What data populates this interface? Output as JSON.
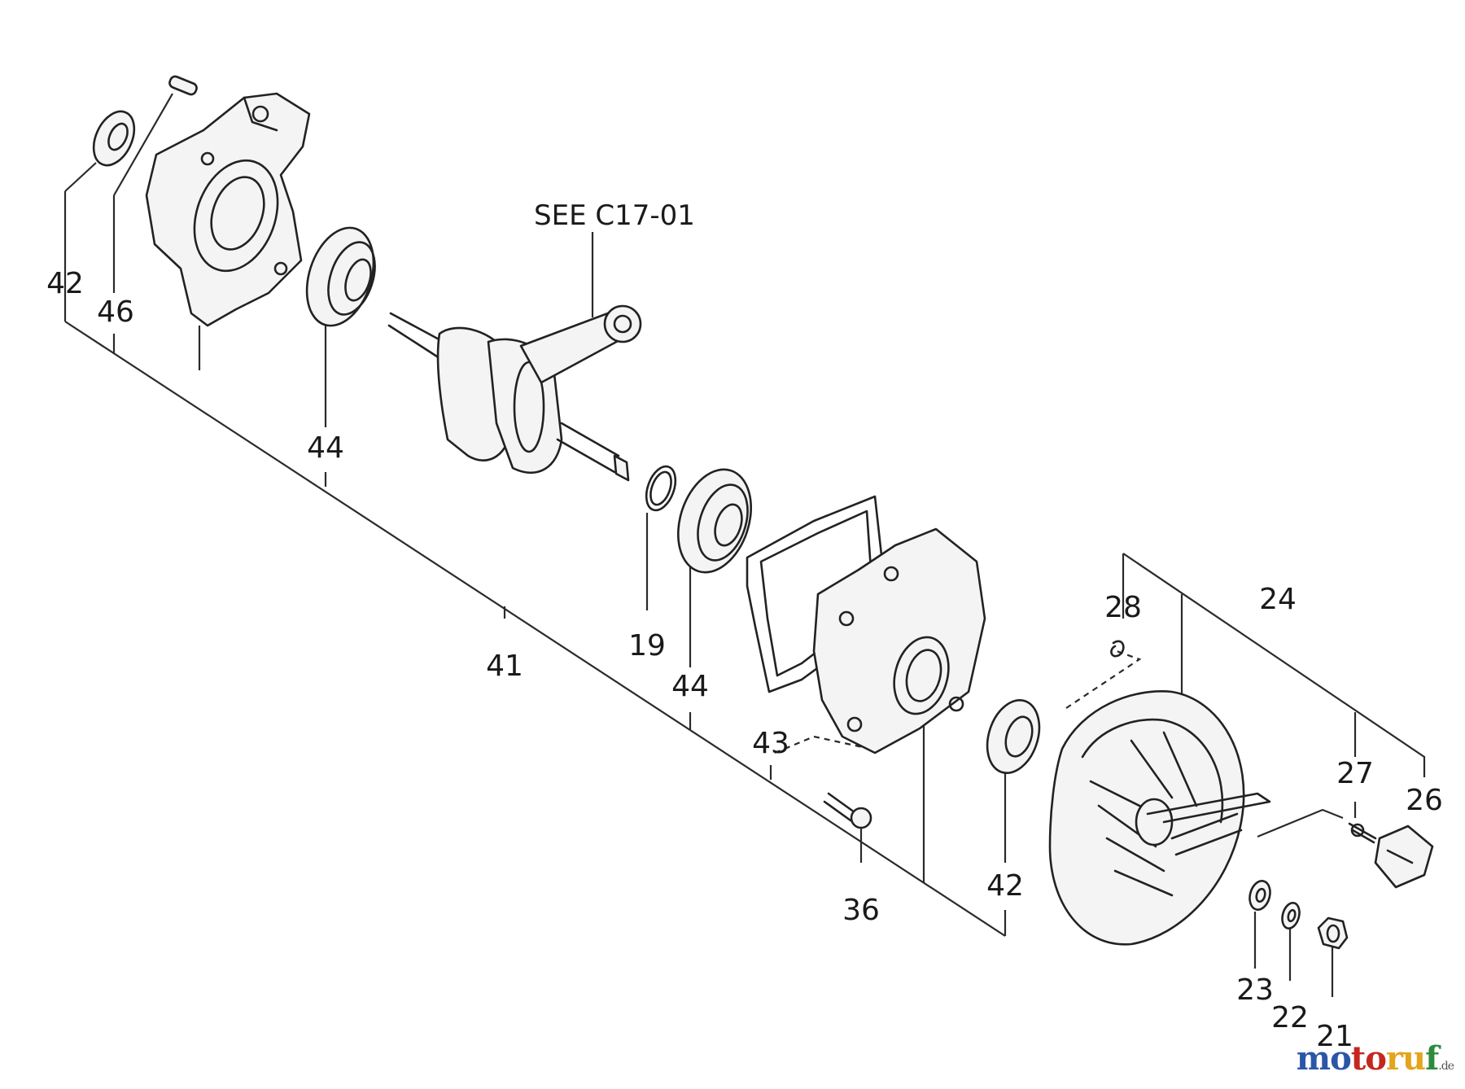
{
  "reference_note": "SEE C17-01",
  "callouts": {
    "p42a": "42",
    "p46": "46",
    "p44a": "44",
    "p41": "41",
    "p19": "19",
    "p44b": "44",
    "p43": "43",
    "p36": "36",
    "p42b": "42",
    "p28": "28",
    "p24": "24",
    "p27": "27",
    "p26": "26",
    "p23": "23",
    "p22": "22",
    "p21": "21"
  },
  "watermark": {
    "b1": "mo",
    "b2": "to",
    "b3": "ru",
    "b4": "f",
    "tld": ".de"
  }
}
